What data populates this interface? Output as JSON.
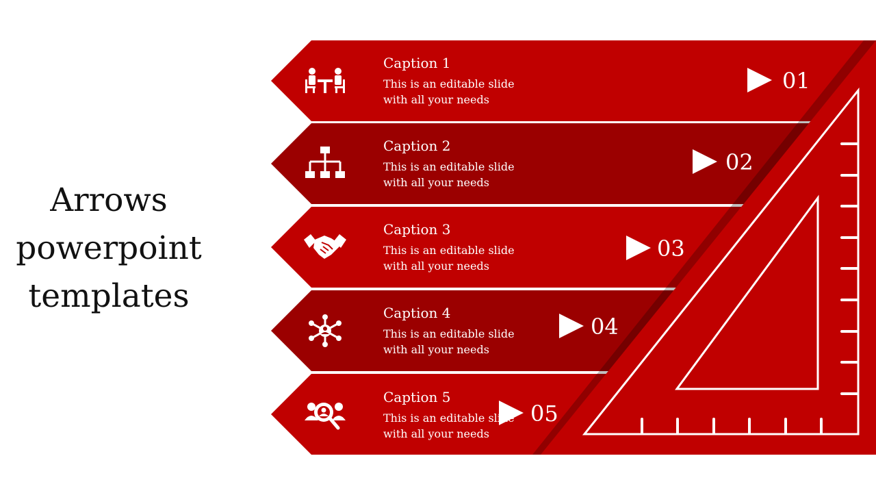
{
  "title": {
    "line1": "Arrows",
    "line2": "powerpoint",
    "line3": "templates"
  },
  "colors": {
    "band_light": "#c00000",
    "band_dark": "#9b0000",
    "ruler_red": "#c00000",
    "text": "#ffffff",
    "title_text": "#111111"
  },
  "bands": [
    {
      "caption": "Caption 1",
      "desc": "This is an editable slide with all your needs",
      "number": "01",
      "icon": "meeting-icon"
    },
    {
      "caption": "Caption 2",
      "desc": "This is an editable slide with all your needs",
      "number": "02",
      "icon": "org-chart-icon"
    },
    {
      "caption": "Caption 3",
      "desc": "This is an editable slide with all your needs",
      "number": "03",
      "icon": "handshake-icon"
    },
    {
      "caption": "Caption 4",
      "desc": "This is an editable slide with all your needs",
      "number": "04",
      "icon": "network-icon"
    },
    {
      "caption": "Caption 5",
      "desc": "This is an editable slide with all your needs",
      "number": "05",
      "icon": "search-people-icon"
    }
  ]
}
